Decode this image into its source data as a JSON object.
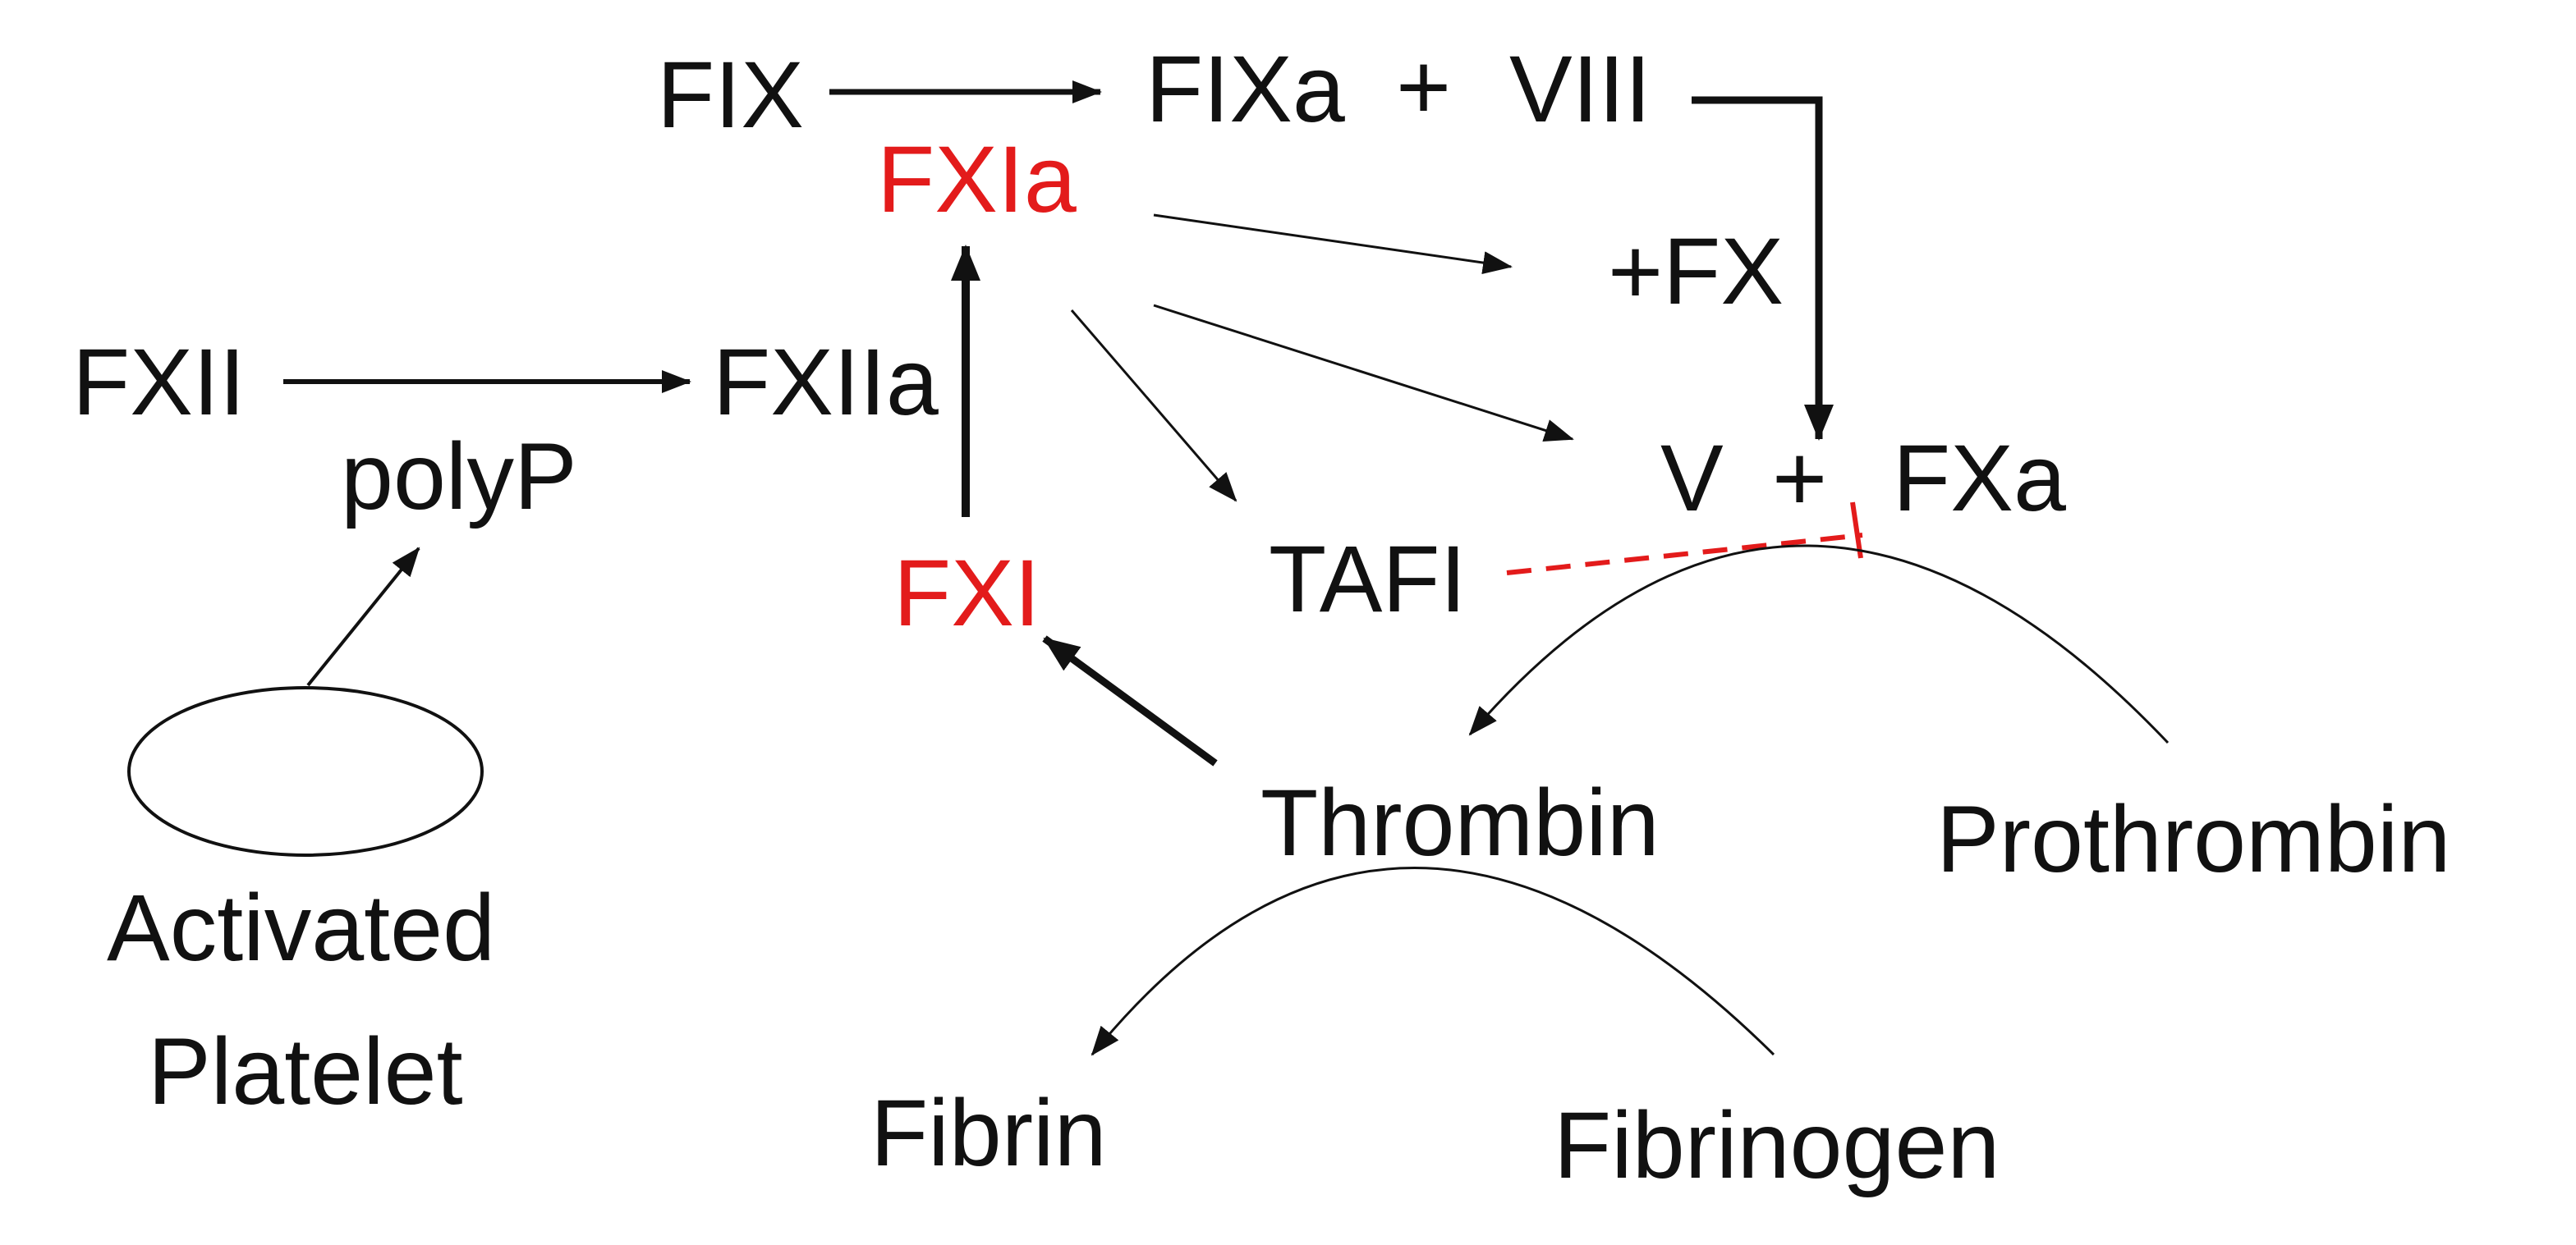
{
  "colors": {
    "text": "#111111",
    "highlight": "#e31b1b",
    "inhibition": "#e31b1b",
    "arrow": "#111111",
    "background": "#ffffff"
  },
  "nodes": {
    "fix": "FIX",
    "fixa": "FIXa",
    "plus_1": "+",
    "viii": "VIII",
    "fxia": "FXIa",
    "plus_fx": "+FX",
    "fxii": "FXII",
    "fxiia": "FXIIa",
    "polyp": "polyP",
    "v": "V",
    "plus_2": "+",
    "fxa": "FXa",
    "fxi": "FXI",
    "tafi": "TAFI",
    "thrombin": "Thrombin",
    "prothrombin": "Prothrombin",
    "activated": "Activated",
    "platelet": "Platelet",
    "fibrin": "Fibrin",
    "fibrinogen": "Fibrinogen"
  },
  "highlighted_nodes": [
    "FXIa",
    "FXI"
  ],
  "edges": [
    {
      "from": "FIX",
      "to": "FIXa",
      "style": "solid"
    },
    {
      "from": "FXII",
      "to": "FXIIa",
      "style": "solid"
    },
    {
      "from": "FXI",
      "to": "FXIa",
      "style": "solid-thick"
    },
    {
      "from": "FXIa",
      "to": "+FX",
      "style": "thin"
    },
    {
      "from": "FXIa",
      "to": "V",
      "style": "thin"
    },
    {
      "from": "FXIa",
      "to": "TAFI",
      "style": "thin"
    },
    {
      "from": "VIII",
      "to": "FXa",
      "style": "solid-thick"
    },
    {
      "from": "Activated Platelet",
      "to": "polyP",
      "style": "thin"
    },
    {
      "from": "Thrombin",
      "to": "FXI",
      "style": "solid-thick"
    },
    {
      "from": "TAFI",
      "to": "FXa",
      "style": "dashed-inhibition"
    },
    {
      "from": "Prothrombin",
      "to": "Thrombin",
      "style": "curved"
    },
    {
      "from": "Fibrinogen",
      "to": "Fibrin",
      "style": "curved"
    }
  ]
}
